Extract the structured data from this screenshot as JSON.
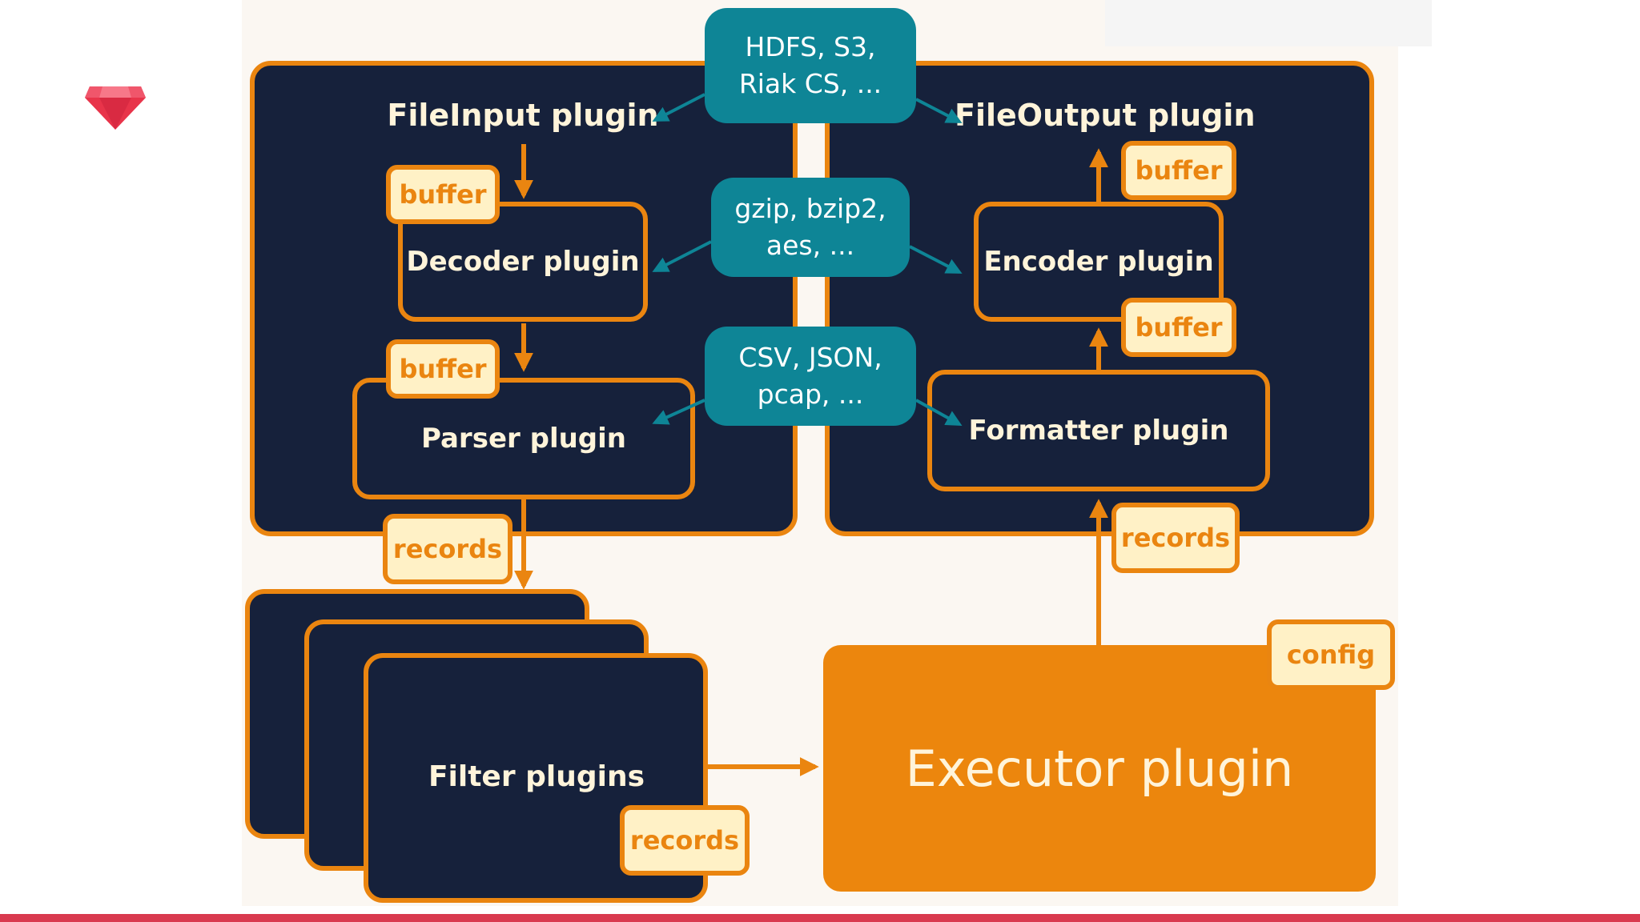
{
  "diagram": {
    "input": {
      "heading": "FileInput plugin",
      "decoder": "Decoder plugin",
      "parser": "Parser plugin",
      "buffer_label_1": "buffer",
      "buffer_label_2": "buffer",
      "records_label": "records"
    },
    "output": {
      "heading": "FileOutput plugin",
      "encoder": "Encoder plugin",
      "formatter": "Formatter plugin",
      "buffer_label_1": "buffer",
      "buffer_label_2": "buffer",
      "records_label": "records"
    },
    "storage": {
      "line1": "HDFS, S3,",
      "line2": "Riak CS, ..."
    },
    "compression": {
      "line1": "gzip, bzip2,",
      "line2": "aes, ..."
    },
    "format": {
      "line1": "CSV, JSON,",
      "line2": "pcap, ..."
    },
    "filters": {
      "label": "Filter plugins",
      "records_label": "records"
    },
    "executor": {
      "label": "Executor plugin",
      "config_label": "config"
    }
  },
  "colors": {
    "panel": "#16213b",
    "orange": "#ea8510",
    "tag_fill": "#fff1c6",
    "teal": "#0e8596",
    "executor": "#ec860d",
    "accent_bar": "#d93a4f",
    "logo": "#e8344a"
  },
  "icons": {
    "logo": "ruby-gem-icon"
  }
}
